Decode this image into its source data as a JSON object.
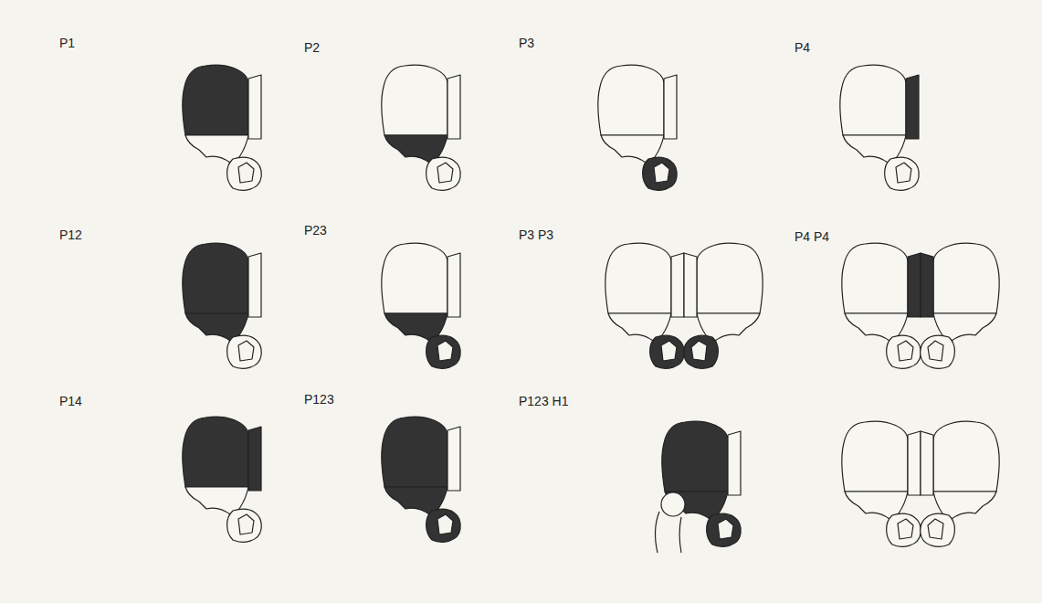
{
  "diagram": {
    "labels": [
      "P1",
      "P2",
      "P3",
      "P4",
      "P12",
      "P23",
      "P3 P3",
      "P4 P4",
      "P14",
      "P123",
      "P123 H1"
    ]
  }
}
